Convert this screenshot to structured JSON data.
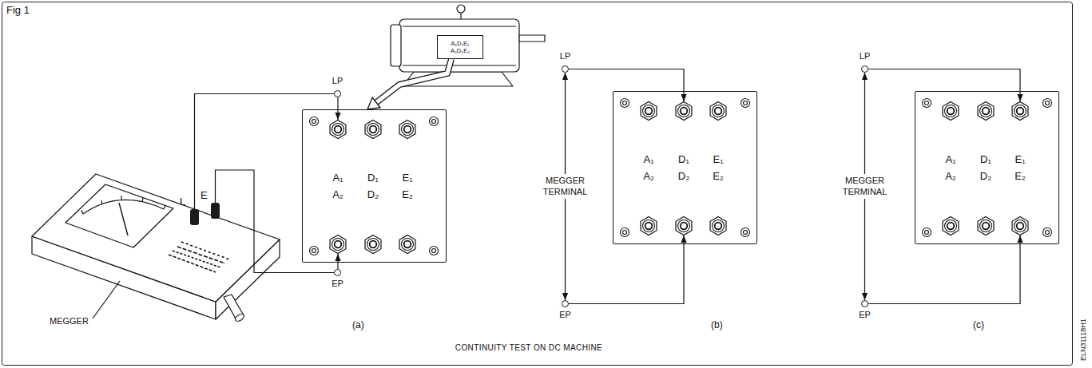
{
  "diagram": {
    "title": "Fig 1",
    "caption": "CONTINUITY TEST ON DC MACHINE",
    "nodes": [
      {
        "text": [
          "L"
        ]
      },
      {
        "text": [
          "E"
        ]
      },
      {
        "text": [
          "LP"
        ]
      },
      {
        "text": [
          "EP"
        ]
      },
      {
        "text": [
          "A₁D₁E₁",
          "A₂D₂E₂"
        ]
      },
      {
        "text": []
      },
      {
        "text": [
          "A₁"
        ],
        "in": 5
      },
      {
        "text": [
          "D₁"
        ],
        "in": 5
      },
      {
        "text": [
          "E₁"
        ],
        "in": 5
      },
      {
        "text": [
          "A₂"
        ],
        "in": 5
      },
      {
        "text": [
          "D₂"
        ],
        "in": 5
      },
      {
        "text": [
          "E₂"
        ],
        "in": 5
      },
      {
        "text": [
          "LP"
        ]
      },
      {
        "text": [
          "EP"
        ]
      },
      {
        "text": []
      },
      {
        "text": [
          "A₁"
        ],
        "in": 14
      },
      {
        "text": [
          "D₁"
        ],
        "in": 14
      },
      {
        "text": [
          "E₁"
        ],
        "in": 14
      },
      {
        "text": [
          "A₂"
        ],
        "in": 14
      },
      {
        "text": [
          "D₂"
        ],
        "in": 14
      },
      {
        "text": [
          "E₂"
        ],
        "in": 14
      },
      {
        "text": [
          "LP"
        ]
      },
      {
        "text": [
          "EP"
        ]
      },
      {
        "text": []
      },
      {
        "text": [
          "A₁"
        ],
        "in": 23
      },
      {
        "text": [
          "D₁"
        ],
        "in": 23
      },
      {
        "text": [
          "E₁"
        ],
        "in": 23
      },
      {
        "text": [
          "A₂"
        ],
        "in": 23
      },
      {
        "text": [
          "D₂"
        ],
        "in": 23
      },
      {
        "text": [
          "E₂"
        ],
        "in": 23
      }
    ],
    "edges": [
      {
        "from": 0,
        "to": 2,
        "arrow": "none"
      },
      {
        "from": 1,
        "to": 3,
        "arrow": "none"
      },
      {
        "from": 2,
        "to": 6,
        "arrow": "to"
      },
      {
        "from": 3,
        "to": 9,
        "arrow": "to"
      },
      {
        "from": 4,
        "to": 5,
        "arrow": "to"
      },
      {
        "from": 12,
        "to": 13,
        "label": "MEGGER TERMINAL",
        "arrow": "both"
      },
      {
        "from": 12,
        "to": 16,
        "arrow": "to"
      },
      {
        "from": 13,
        "to": 19,
        "arrow": "to"
      },
      {
        "from": 21,
        "to": 22,
        "label": "MEGGER TERMINAL",
        "arrow": "both"
      },
      {
        "from": 21,
        "to": 26,
        "arrow": "to"
      },
      {
        "from": 22,
        "to": 29,
        "arrow": "to"
      }
    ],
    "labels": [
      "MEGGER",
      "(a)",
      "(b)",
      "(c)",
      "ELN31118H1"
    ]
  }
}
